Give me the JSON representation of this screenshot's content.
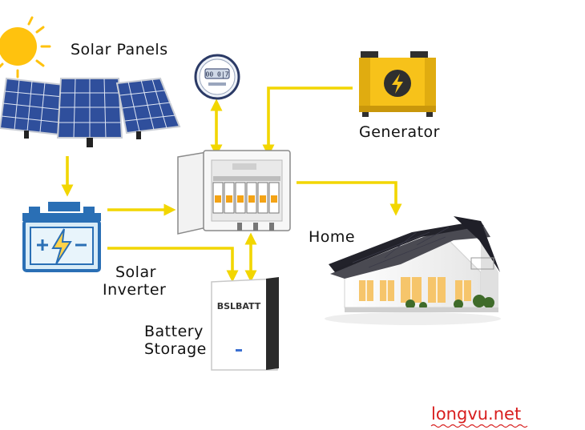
{
  "labels": {
    "solar_panels": "Solar Panels",
    "generator": "Generator",
    "home": "Home",
    "inverter_line1": "Solar",
    "inverter_line2": "Inverter",
    "battery_line1": "Battery",
    "battery_line2": "Storage",
    "battery_brand": "BSLBATT",
    "meter_display": "00 0|7",
    "watermark": "longvu.net"
  },
  "colors": {
    "arrow": "#f2d600",
    "sun": "#ffc20e",
    "panel": "#2f4f9c",
    "generator": "#f7c21a",
    "battery_icon": "#2a6fb5",
    "watermark": "#d81e1e"
  },
  "icons": {
    "sun": "sun-icon",
    "panels": "solar-panel-icon",
    "meter": "electric-meter-icon",
    "generator": "generator-icon",
    "breaker_box": "breaker-box-icon",
    "battery": "car-battery-icon",
    "storage": "battery-storage-icon",
    "home": "house-icon"
  }
}
